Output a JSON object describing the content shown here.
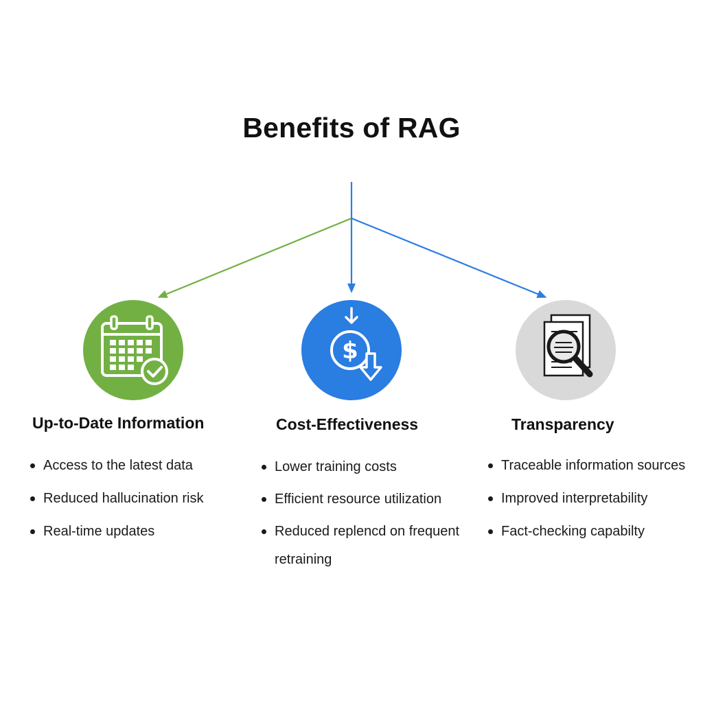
{
  "title": "Benefits of RAG",
  "colors": {
    "green": "#72B043",
    "blue": "#2A7DE1",
    "gray": "#D9D9D9",
    "text": "#111111"
  },
  "columns": [
    {
      "heading": "Up-to-Date Information",
      "icon": "calendar-check-icon",
      "color": "#72B043",
      "bullets": [
        "Access to the latest data",
        "Reduced hallucination risk",
        "Real-time updates"
      ]
    },
    {
      "heading": "Cost-Effectiveness",
      "icon": "dollar-down-arrow-icon",
      "color": "#2A7DE1",
      "bullets": [
        "Lower training costs",
        "Efficient resource utilization",
        "Reduced replencd on frequent retraining"
      ]
    },
    {
      "heading": "Transparency",
      "icon": "document-magnifier-icon",
      "color": "#D9D9D9",
      "bullets": [
        "Traceable information sources",
        "Improved interpretability",
        "Fact-checking capabilty"
      ]
    }
  ]
}
